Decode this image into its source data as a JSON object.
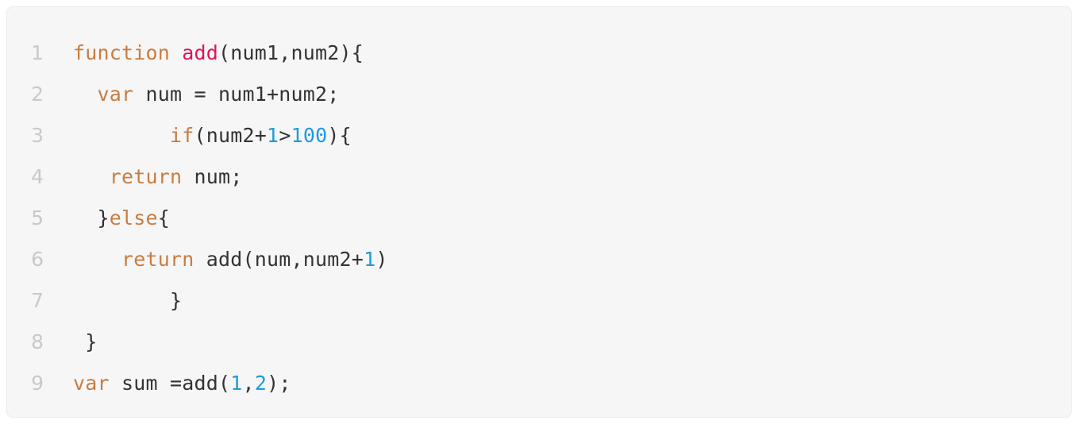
{
  "editor": {
    "language": "javascript",
    "background_color": "#f6f6f7",
    "border_color": "#ebebec",
    "page_background_color": "#ffffff",
    "gutter_color": "#c9c9c9",
    "default_text_color": "#333333",
    "syntax_colors": {
      "keyword": "#c87d3f",
      "function_name": "#e0145a",
      "number": "#1e9bdc",
      "plain": "#333333"
    },
    "line_numbers": [
      "1",
      "2",
      "3",
      "4",
      "5",
      "6",
      "7",
      "8",
      "9"
    ],
    "plain_text": [
      "function add(num1,num2){",
      "  var num = num1+num2;",
      "        if(num2+1>100){",
      "   return num;",
      "  }else{",
      "    return add(num,num2+1)",
      "        }",
      " }",
      "var sum =add(1,2);"
    ],
    "lines": [
      {
        "number": "1",
        "tokens": [
          {
            "t": "function",
            "k": "kw"
          },
          {
            "t": " ",
            "k": "plain"
          },
          {
            "t": "add",
            "k": "fn"
          },
          {
            "t": "(num1,num2){",
            "k": "plain"
          }
        ]
      },
      {
        "number": "2",
        "tokens": [
          {
            "t": "  ",
            "k": "plain"
          },
          {
            "t": "var",
            "k": "kw"
          },
          {
            "t": " num = num1+num2;",
            "k": "plain"
          }
        ]
      },
      {
        "number": "3",
        "tokens": [
          {
            "t": "        ",
            "k": "plain"
          },
          {
            "t": "if",
            "k": "kw"
          },
          {
            "t": "(num2+",
            "k": "plain"
          },
          {
            "t": "1",
            "k": "num"
          },
          {
            "t": ">",
            "k": "plain"
          },
          {
            "t": "100",
            "k": "num"
          },
          {
            "t": "){",
            "k": "plain"
          }
        ]
      },
      {
        "number": "4",
        "tokens": [
          {
            "t": "   ",
            "k": "plain"
          },
          {
            "t": "return",
            "k": "kw"
          },
          {
            "t": " num;",
            "k": "plain"
          }
        ]
      },
      {
        "number": "5",
        "tokens": [
          {
            "t": "  }",
            "k": "plain"
          },
          {
            "t": "else",
            "k": "kw"
          },
          {
            "t": "{",
            "k": "plain"
          }
        ]
      },
      {
        "number": "6",
        "tokens": [
          {
            "t": "    ",
            "k": "plain"
          },
          {
            "t": "return",
            "k": "kw"
          },
          {
            "t": " add(num,num2+",
            "k": "plain"
          },
          {
            "t": "1",
            "k": "num"
          },
          {
            "t": ")",
            "k": "plain"
          }
        ]
      },
      {
        "number": "7",
        "tokens": [
          {
            "t": "        }",
            "k": "plain"
          }
        ]
      },
      {
        "number": "8",
        "tokens": [
          {
            "t": " }",
            "k": "plain"
          }
        ]
      },
      {
        "number": "9",
        "tokens": [
          {
            "t": "",
            "k": "plain"
          },
          {
            "t": "var",
            "k": "kw"
          },
          {
            "t": " sum =add(",
            "k": "plain"
          },
          {
            "t": "1",
            "k": "num"
          },
          {
            "t": ",",
            "k": "plain"
          },
          {
            "t": "2",
            "k": "num"
          },
          {
            "t": ");",
            "k": "plain"
          }
        ]
      }
    ]
  }
}
